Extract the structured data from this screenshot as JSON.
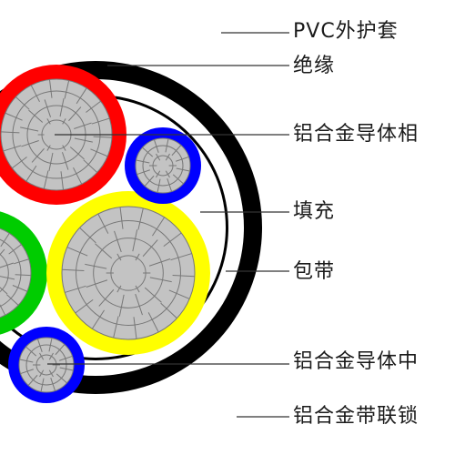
{
  "diagram": {
    "labels": [
      {
        "id": "pvc-sheath",
        "text": "PVC外护套"
      },
      {
        "id": "insulation",
        "text": "绝缘"
      },
      {
        "id": "phase-conductor",
        "text": "铝合金导体相"
      },
      {
        "id": "filler",
        "text": "填充"
      },
      {
        "id": "wrapping-tape",
        "text": "包带"
      },
      {
        "id": "neutral-conductor",
        "text": "铝合金导体中"
      },
      {
        "id": "armor",
        "text": "铝合金带联锁"
      }
    ],
    "colors": {
      "sheath": "#000000",
      "armor_band": "#ffffff",
      "tape_ring": "#000000",
      "filler": "#ffffff",
      "conductor": "#c3c3c3",
      "strand_line": "#777777",
      "phase_insulation_1": "#ff0000",
      "phase_insulation_2": "#00cc00",
      "phase_insulation_3": "#ffff00",
      "neutral_insulation": "#0000ff",
      "leader_line": "#333333"
    }
  }
}
